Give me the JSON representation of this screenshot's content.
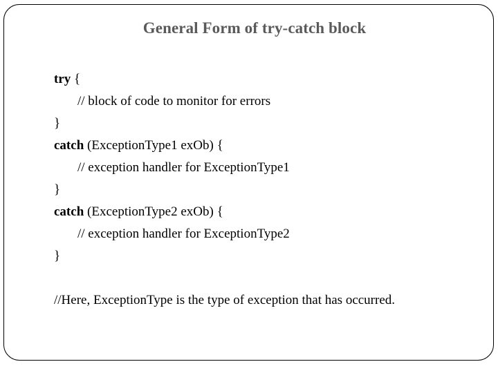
{
  "slide": {
    "title": "General Form of try-catch block",
    "title_color": "#5a5a5a",
    "border_color": "#000000",
    "background_color": "#ffffff",
    "text_color": "#000000"
  },
  "code": {
    "lines": [
      {
        "keyword": "try",
        "rest": " {",
        "indent": false
      },
      {
        "keyword": "",
        "rest": "// block of code to monitor for errors",
        "indent": true
      },
      {
        "keyword": "",
        "rest": "}",
        "indent": false
      },
      {
        "keyword": "catch",
        "rest": " (ExceptionType1 exOb) {",
        "indent": false
      },
      {
        "keyword": "",
        "rest": "// exception handler for ExceptionType1",
        "indent": true
      },
      {
        "keyword": "",
        "rest": "}",
        "indent": false
      },
      {
        "keyword": "catch",
        "rest": " (ExceptionType2 exOb) {",
        "indent": false
      },
      {
        "keyword": "",
        "rest": "// exception handler for ExceptionType2",
        "indent": true
      },
      {
        "keyword": "",
        "rest": "}",
        "indent": false
      }
    ]
  },
  "note": {
    "text": "//Here, ExceptionType is the type of exception that has occurred."
  }
}
